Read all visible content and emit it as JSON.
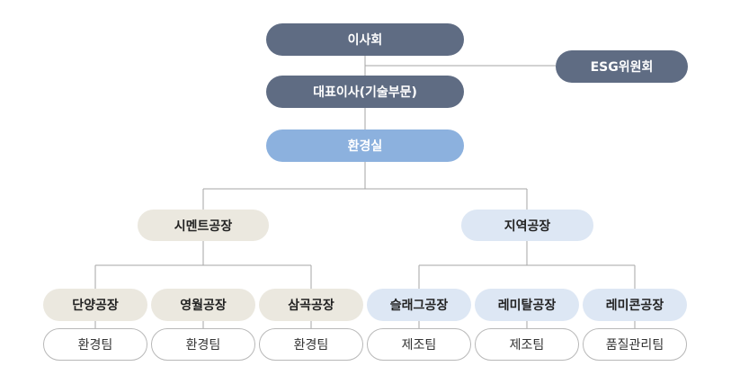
{
  "chart": {
    "board": "이사회",
    "esg": "ESG위원회",
    "ceo": "대표이사(기술부문)",
    "env_office": "환경실",
    "divisions": [
      {
        "name": "시멘트공장",
        "plants": [
          {
            "name": "단양공장",
            "team": "환경팀"
          },
          {
            "name": "영월공장",
            "team": "환경팀"
          },
          {
            "name": "삼곡공장",
            "team": "환경팀"
          }
        ]
      },
      {
        "name": "지역공장",
        "plants": [
          {
            "name": "슬래그공장",
            "team": "제조팀"
          },
          {
            "name": "레미탈공장",
            "team": "제조팀"
          },
          {
            "name": "레미콘공장",
            "team": "품질관리팀"
          }
        ]
      }
    ]
  },
  "colors": {
    "top": "#5f6c83",
    "env": "#8cb1de",
    "cement": "#ebe8df",
    "regional": "#dde7f4",
    "line": "#a6a6a6"
  }
}
